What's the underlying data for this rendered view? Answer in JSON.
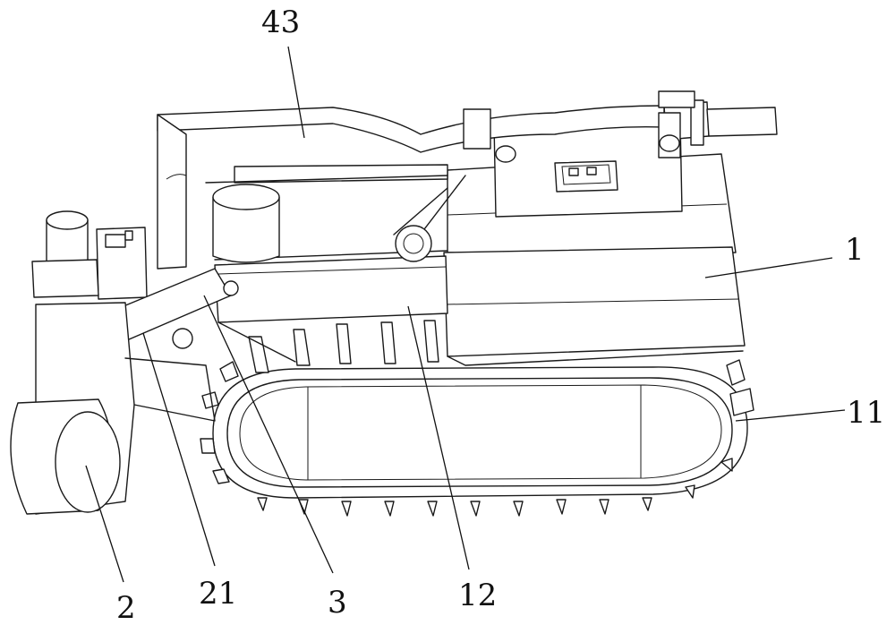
{
  "callouts": {
    "c43": "43",
    "c1": "1",
    "c11": "11",
    "c2": "2",
    "c21": "21",
    "c3": "3",
    "c12": "12"
  },
  "colors": {
    "line": "#1a1a1a",
    "background": "#ffffff"
  }
}
